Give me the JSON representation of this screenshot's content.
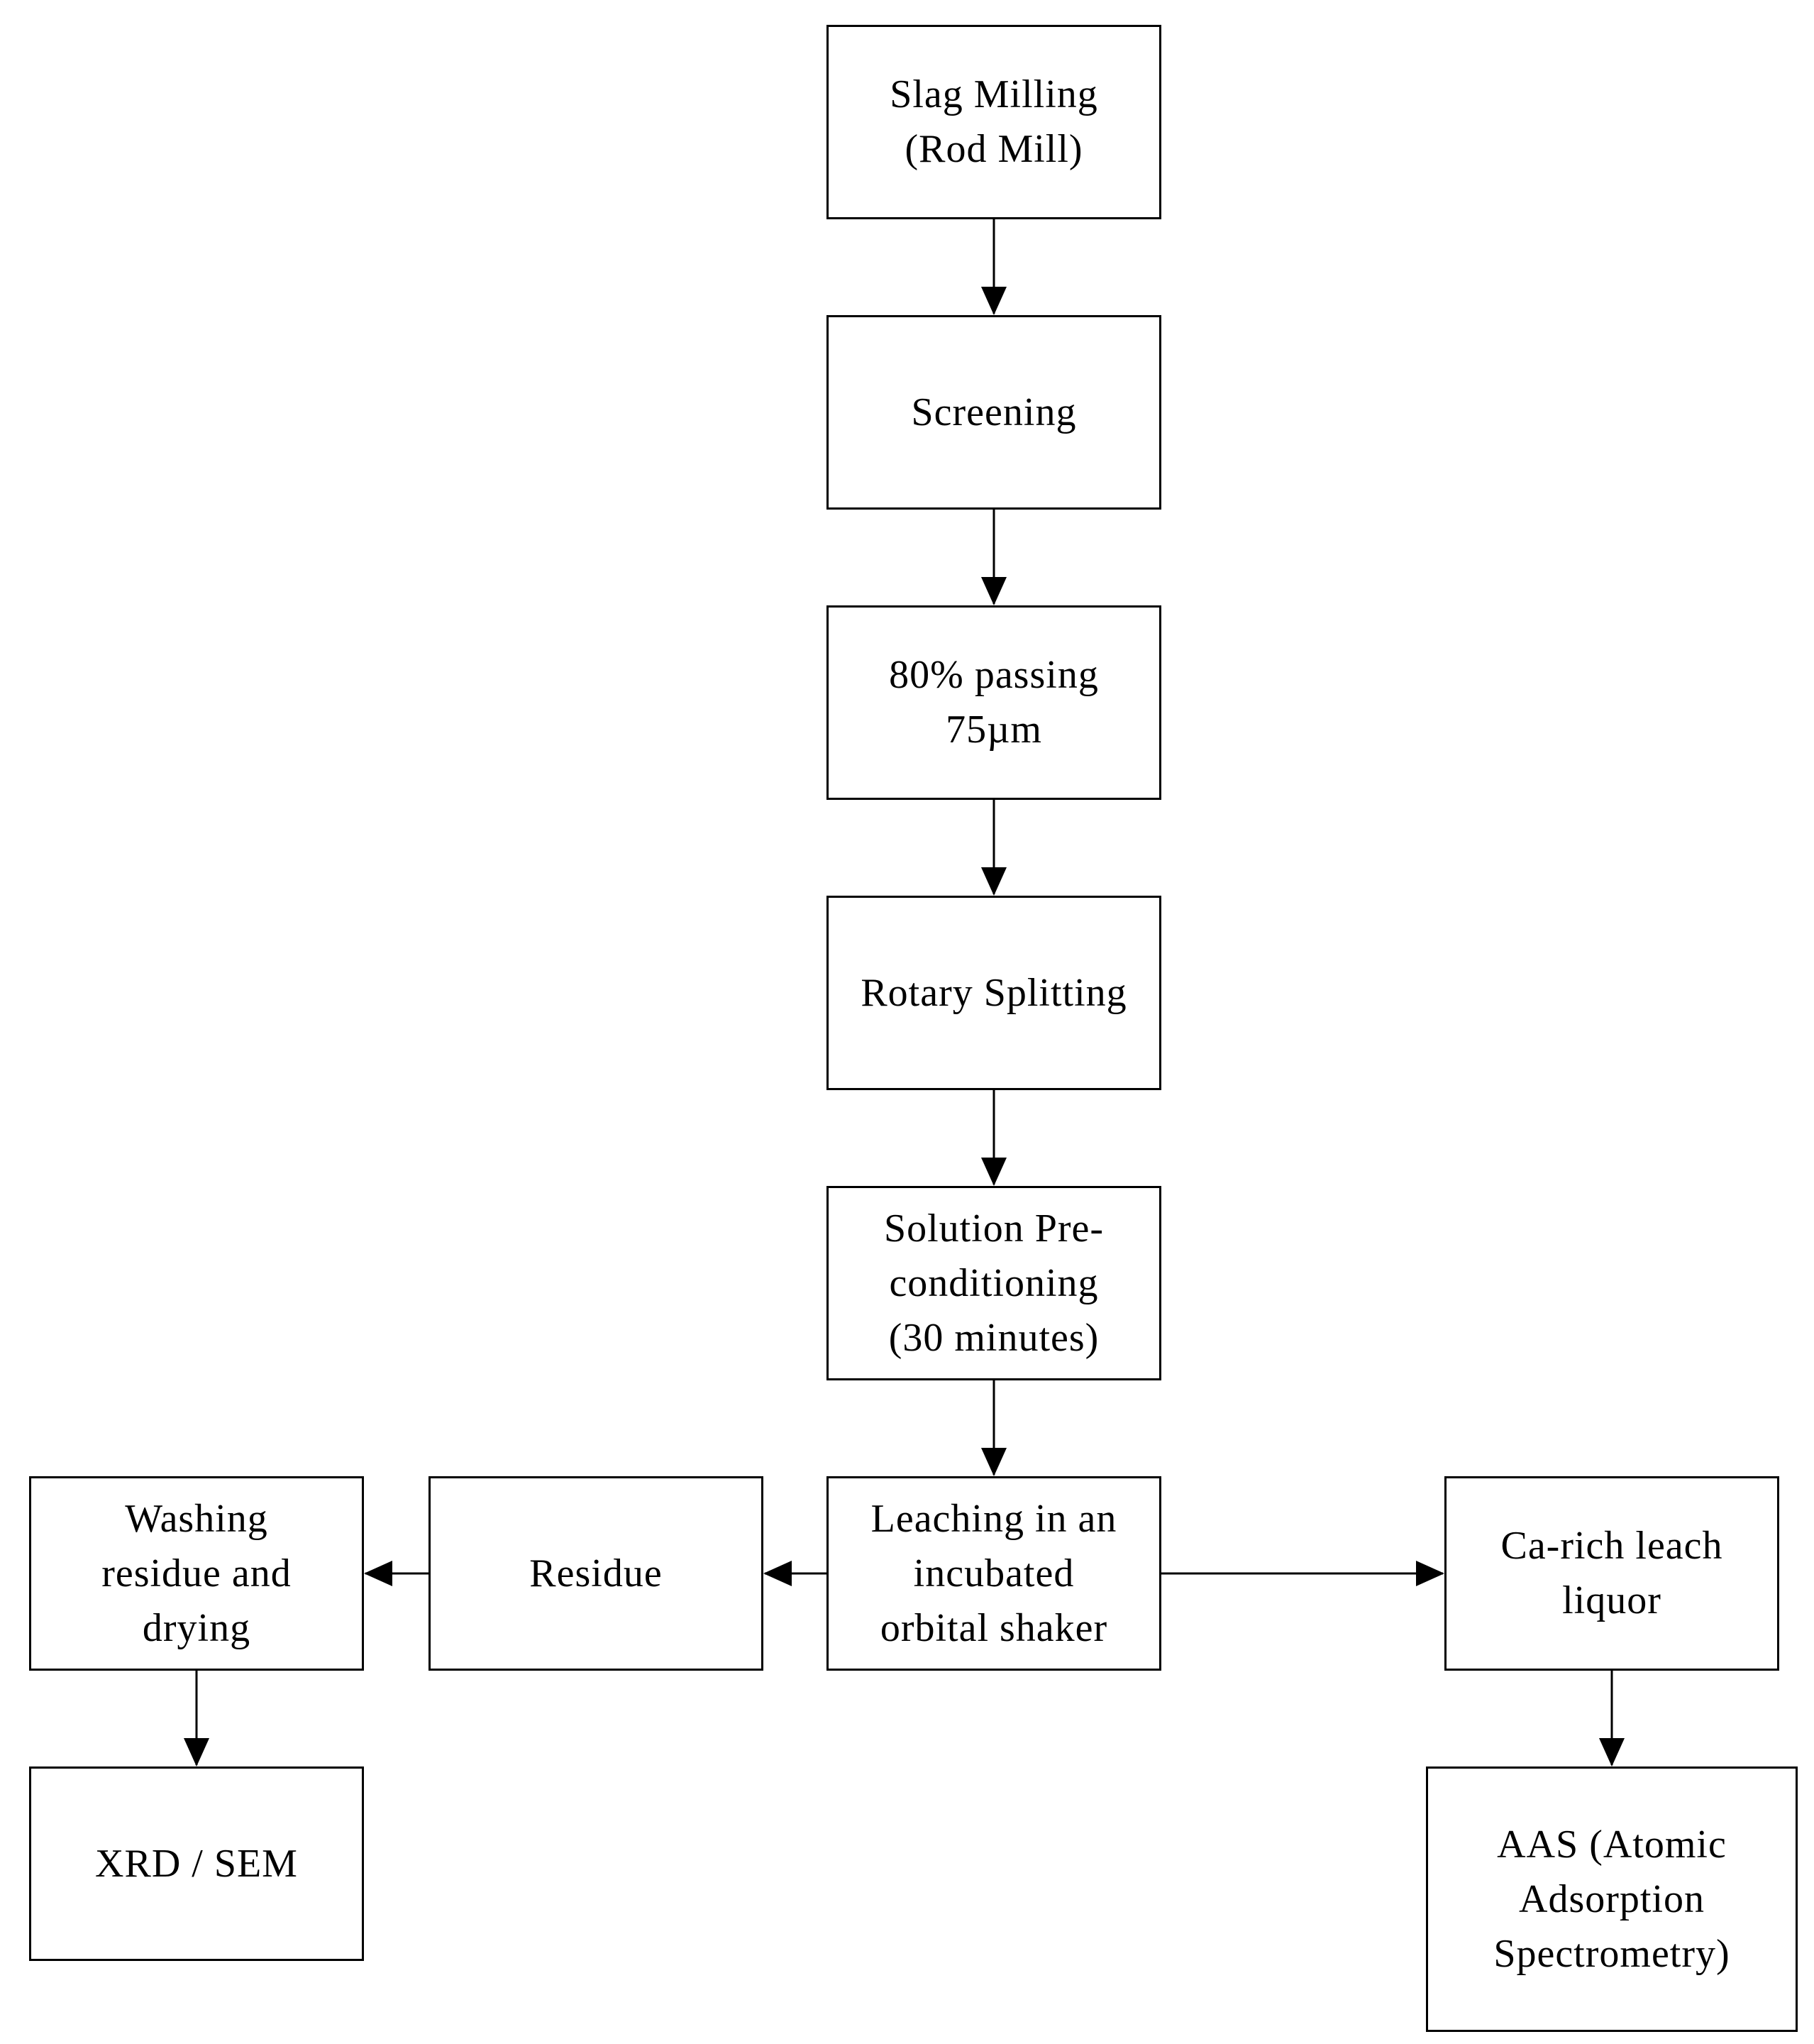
{
  "flowchart": {
    "nodes": {
      "slag_milling": "Slag Milling\n(Rod Mill)",
      "screening": "Screening",
      "passing": "80% passing\n75µm",
      "rotary_splitting": "Rotary Splitting",
      "preconditioning": "Solution Pre-\nconditioning\n(30 minutes)",
      "leaching": "Leaching in an\nincubated\norbital shaker",
      "residue": "Residue",
      "washing": "Washing\nresidue and\ndrying",
      "xrd_sem": "XRD / SEM",
      "leach_liquor": "Ca-rich leach\nliquor",
      "aas": "AAS (Atomic\nAdsorption\nSpectrometry)"
    },
    "edges": [
      [
        "slag_milling",
        "screening"
      ],
      [
        "screening",
        "passing"
      ],
      [
        "passing",
        "rotary_splitting"
      ],
      [
        "rotary_splitting",
        "preconditioning"
      ],
      [
        "preconditioning",
        "leaching"
      ],
      [
        "leaching",
        "residue"
      ],
      [
        "residue",
        "washing"
      ],
      [
        "washing",
        "xrd_sem"
      ],
      [
        "leaching",
        "leach_liquor"
      ],
      [
        "leach_liquor",
        "aas"
      ]
    ],
    "colors": {
      "stroke": "#000000",
      "fill": "#ffffff"
    }
  }
}
